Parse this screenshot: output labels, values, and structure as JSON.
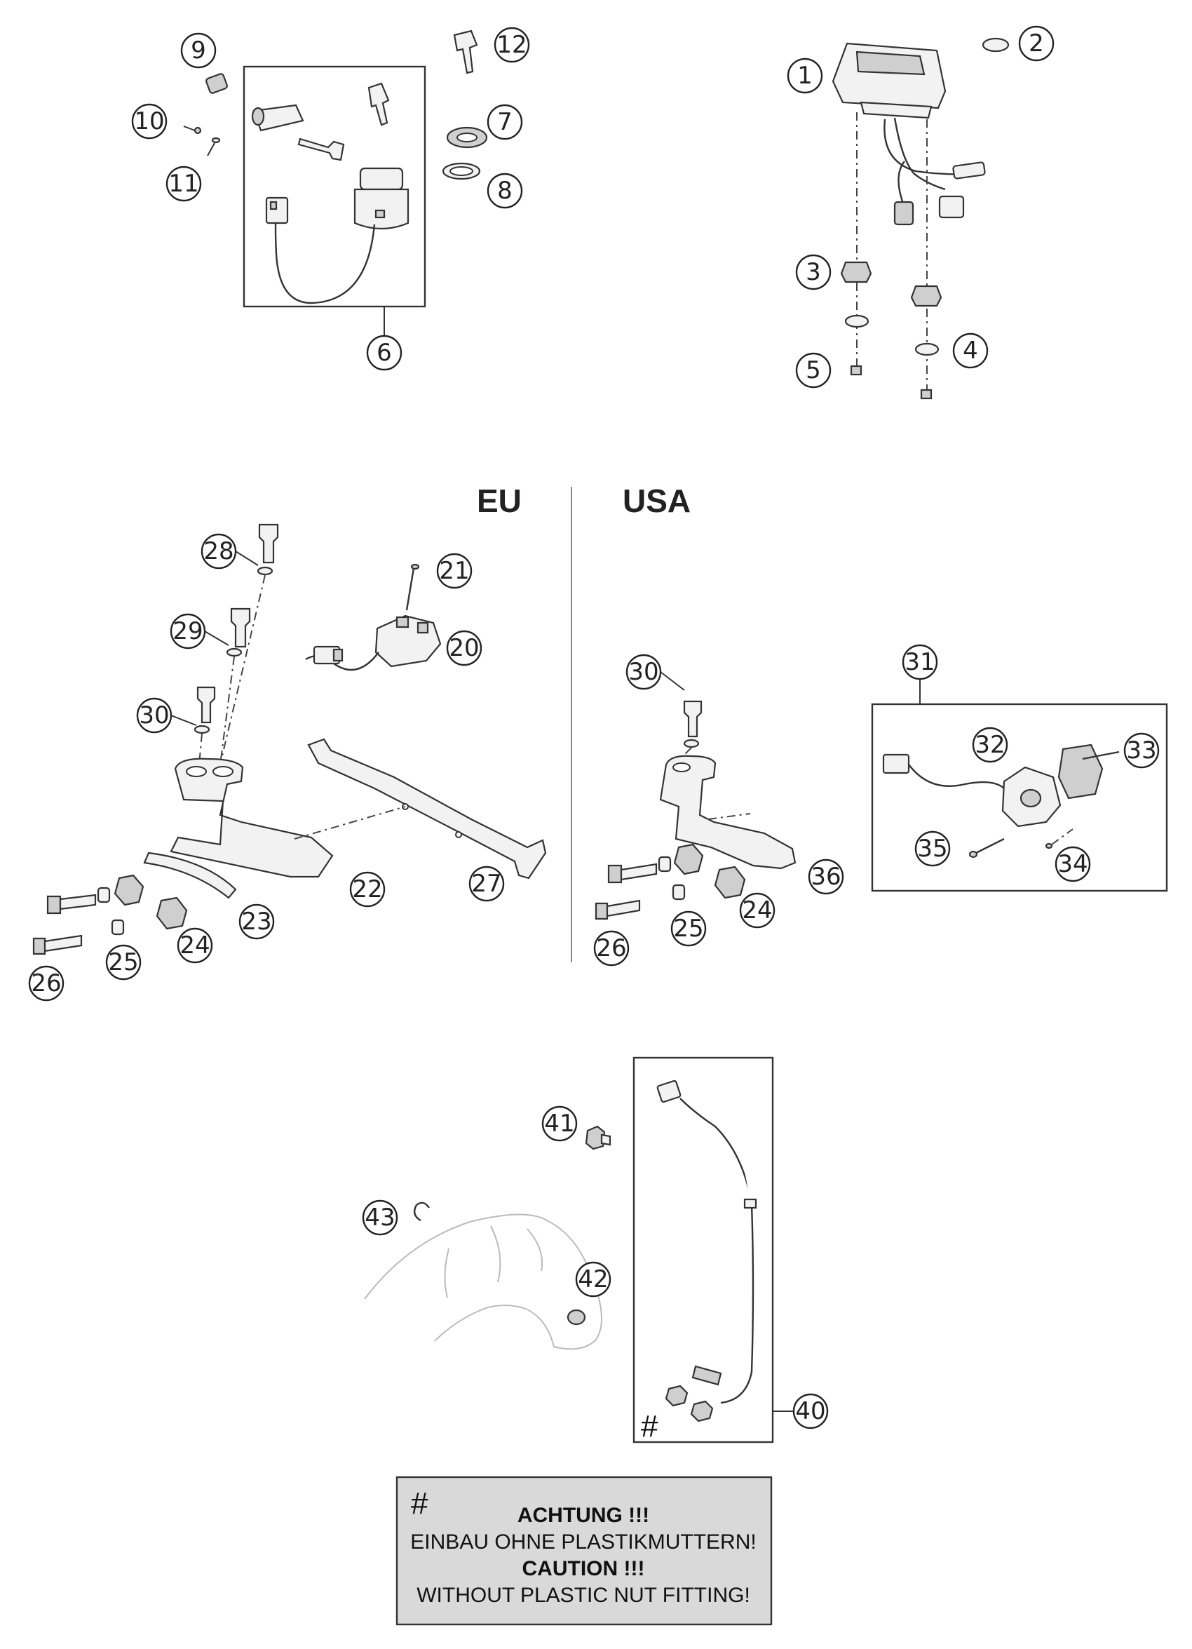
{
  "regions": {
    "eu": "EU",
    "usa": "USA"
  },
  "callouts": {
    "c1": "1",
    "c2": "2",
    "c3": "3",
    "c4": "4",
    "c5": "5",
    "c6": "6",
    "c7": "7",
    "c8": "8",
    "c9": "9",
    "c10": "10",
    "c11": "11",
    "c12": "12",
    "c20": "20",
    "c21": "21",
    "c22": "22",
    "c23": "23",
    "c24a": "24",
    "c25a": "25",
    "c26a": "26",
    "c27": "27",
    "c28": "28",
    "c29": "29",
    "c30a": "30",
    "c30b": "30",
    "c31": "31",
    "c32": "32",
    "c33": "33",
    "c34": "34",
    "c35": "35",
    "c36": "36",
    "c24b": "24",
    "c25b": "25",
    "c26b": "26",
    "c40": "40",
    "c41": "41",
    "c42": "42",
    "c43": "43"
  },
  "kit_hash": "#",
  "note": {
    "hash": "#",
    "line1": "ACHTUNG !!!",
    "line2": "EINBAU OHNE PLASTIKMUTTERN!",
    "line3": "CAUTION !!!",
    "line4": "WITHOUT PLASTIC NUT FITTING!"
  },
  "colors": {
    "note_background": "#d9d9d9",
    "line": "#333333"
  }
}
